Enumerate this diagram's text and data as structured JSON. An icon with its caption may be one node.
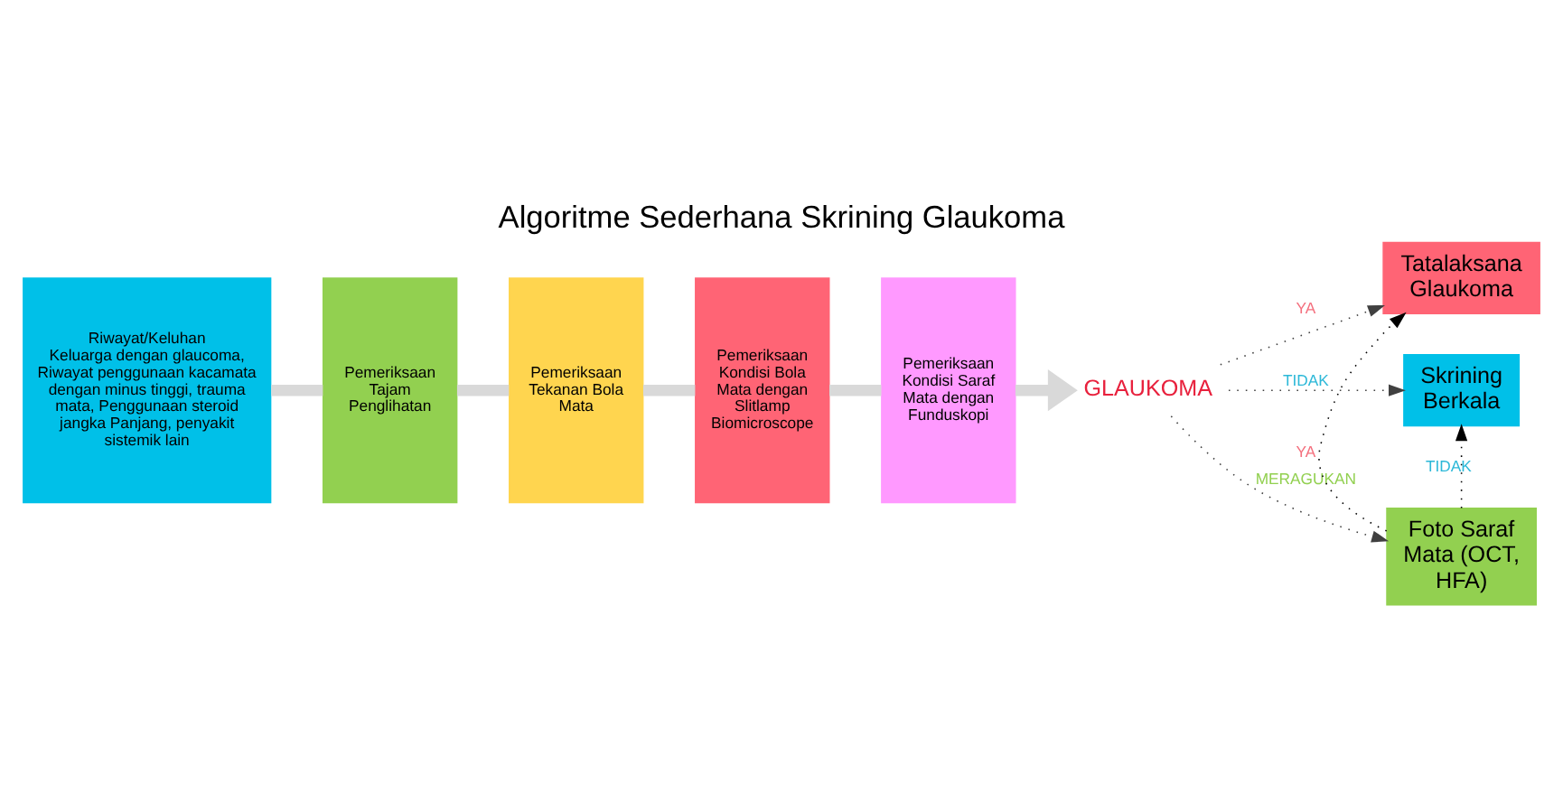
{
  "diagram": {
    "title": "Algoritme Sederhana Skrining Glaukoma",
    "nodes": [
      {
        "text": [
          "Riwayat/Keluhan",
          "Keluarga dengan glaucoma, Riwayat penggunaan kacamata dengan minus tinggi, trauma mata, Penggunaan steroid jangka Panjang, penyakit sistemik lain"
        ]
      },
      {
        "text": [
          "Pemeriksaan Tajam Penglihatan"
        ]
      },
      {
        "text": [
          "Pemeriksaan Tekanan Bola Mata"
        ]
      },
      {
        "text": [
          "Pemeriksaan Kondisi Bola Mata dengan Slitlamp Biomicroscope"
        ]
      },
      {
        "text": [
          "Pemeriksaan Kondisi Saraf Mata dengan Funduskopi"
        ]
      },
      {
        "text": [
          "GLAUKOMA"
        ]
      },
      {
        "text": [
          "Tatalaksana Glaukoma"
        ]
      },
      {
        "text": [
          "Skrining Berkala"
        ]
      },
      {
        "text": [
          "Foto Saraf Mata (OCT, HFA)"
        ]
      }
    ],
    "edges": [
      {
        "from": 0,
        "to": 1,
        "arrow": "none",
        "style": "thick",
        "color": "#d9d9d9"
      },
      {
        "from": 1,
        "to": 2,
        "arrow": "none",
        "style": "thick",
        "color": "#d9d9d9"
      },
      {
        "from": 2,
        "to": 3,
        "arrow": "none",
        "style": "thick",
        "color": "#d9d9d9"
      },
      {
        "from": 3,
        "to": 4,
        "arrow": "none",
        "style": "thick",
        "color": "#d9d9d9"
      },
      {
        "from": 4,
        "to": 5,
        "arrow": "to",
        "style": "thick",
        "color": "#d9d9d9"
      },
      {
        "from": 5,
        "to": 6,
        "arrow": "to",
        "label": "YA",
        "style": "dashed",
        "color": "#404040"
      },
      {
        "from": 5,
        "to": 7,
        "arrow": "to",
        "label": "TIDAK",
        "style": "dashed",
        "color": "#404040"
      },
      {
        "from": 5,
        "to": 8,
        "arrow": "to",
        "label": "MERAGUKAN",
        "style": "dashed",
        "color": "#404040"
      },
      {
        "from": 8,
        "to": 6,
        "arrow": "to",
        "label": "YA",
        "style": "dashed",
        "color": "#000000"
      },
      {
        "from": 8,
        "to": 7,
        "arrow": "to",
        "label": "TIDAK",
        "style": "dashed",
        "color": "#000000"
      }
    ]
  }
}
